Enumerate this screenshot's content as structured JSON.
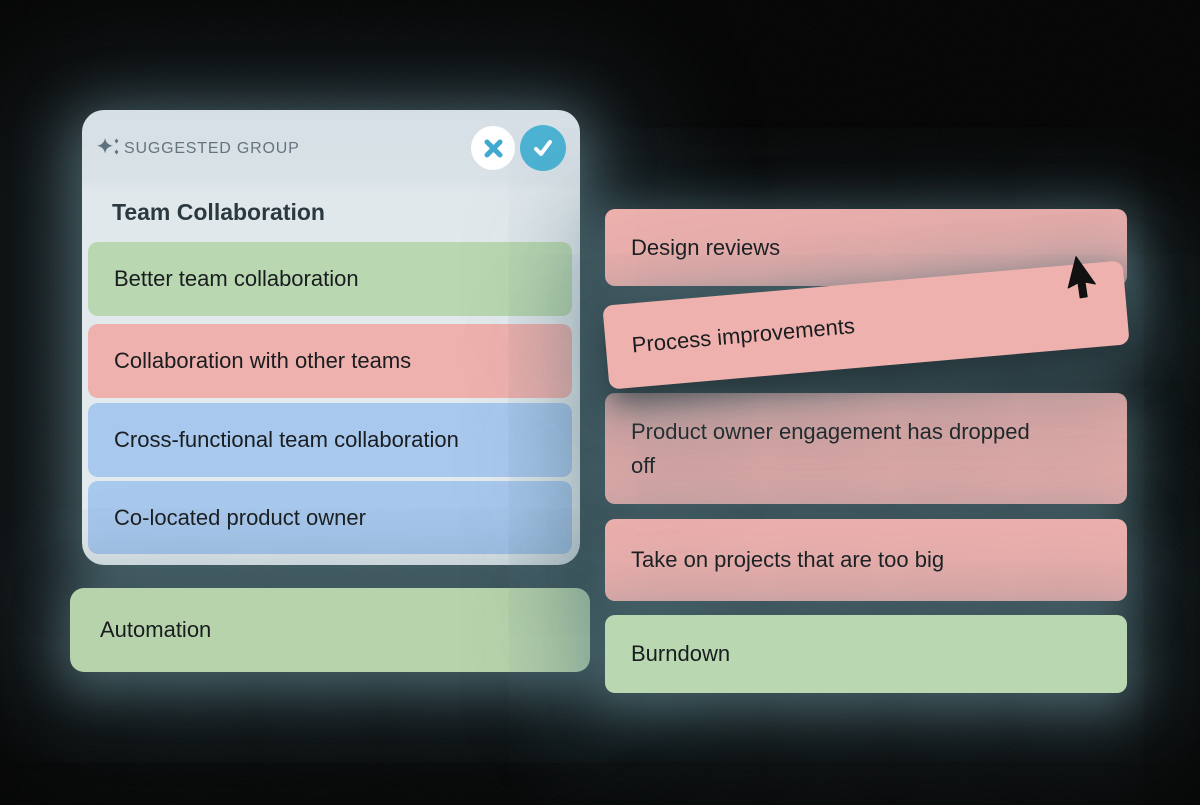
{
  "palette": {
    "background": "#000000",
    "glow": "#6f96a0",
    "panel_bg": "#e0e7eb",
    "panel_header_bg": "#d7e0e6",
    "note_green": "#b9d7b0",
    "note_red": "#efb1ae",
    "note_blue": "#a9c8ee",
    "accent_teal": "#4db3d4",
    "muted_label": "#64747f",
    "note_text": "#191d1f"
  },
  "suggested_group": {
    "label": "SUGGESTED GROUP",
    "title": "Team Collaboration",
    "sparkle_icon": "sparkle-icon",
    "close_icon": "close-icon",
    "confirm_icon": "check-icon",
    "notes": [
      {
        "text": "Better team collaboration",
        "color": "green"
      },
      {
        "text": "Collaboration with other teams",
        "color": "red"
      },
      {
        "text": "Cross-functional team collaboration",
        "color": "blue"
      },
      {
        "text": "Co-located product owner",
        "color": "blue"
      }
    ]
  },
  "board": {
    "left_note": {
      "text": "Automation",
      "color": "green"
    },
    "right_notes": [
      {
        "text": "Design reviews",
        "color": "red"
      },
      {
        "text": "Process improvements",
        "color": "red",
        "state": "dragging"
      },
      {
        "text": "Product owner engagement has dropped off",
        "color": "red"
      },
      {
        "text": "Take on projects that are too big",
        "color": "red"
      },
      {
        "text": "Burndown",
        "color": "green"
      }
    ],
    "cursor_icon": "arrow-pointer"
  }
}
